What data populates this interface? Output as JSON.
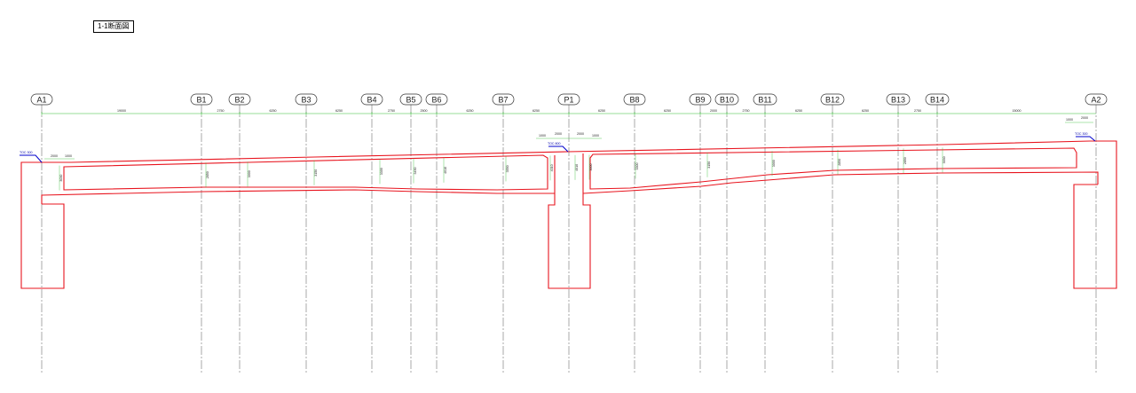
{
  "title": "1-1断面図",
  "axes": [
    {
      "id": "a1",
      "label": "A1"
    },
    {
      "id": "b1",
      "label": "B1"
    },
    {
      "id": "b2",
      "label": "B2"
    },
    {
      "id": "b3",
      "label": "B3"
    },
    {
      "id": "b4",
      "label": "B4"
    },
    {
      "id": "b5",
      "label": "B5"
    },
    {
      "id": "b6",
      "label": "B6"
    },
    {
      "id": "b7",
      "label": "B7"
    },
    {
      "id": "p1",
      "label": "P1"
    },
    {
      "id": "b8",
      "label": "B8"
    },
    {
      "id": "b9",
      "label": "B9"
    },
    {
      "id": "b10",
      "label": "B10"
    },
    {
      "id": "b11",
      "label": "B11"
    },
    {
      "id": "b12",
      "label": "B12"
    },
    {
      "id": "b13",
      "label": "B13"
    },
    {
      "id": "b14",
      "label": "B14"
    },
    {
      "id": "a2",
      "label": "A2"
    }
  ],
  "span_dimensions": [
    "19000",
    "2750",
    "6250",
    "6250",
    "2750",
    "2500",
    "6250",
    "6250",
    "6250",
    "6250",
    "2000",
    "2750",
    "6250",
    "6250",
    "2750",
    "15000"
  ],
  "a2_dims": [
    "1000",
    "2000"
  ],
  "p1_dims": [
    "1000",
    "2000",
    "2000",
    "1000"
  ],
  "a1_dims": [
    "2000",
    "1000"
  ],
  "elevations": {
    "a1": "TOC 300",
    "p1": "TOC 800",
    "a2": "TOC 300"
  },
  "vertical_dims": [
    "3030",
    "2850",
    "3000",
    "3150",
    "3300",
    "3450",
    "4010",
    "3550",
    "4010",
    "4010",
    "3600",
    "3300",
    "3150",
    "3000",
    "2850",
    "2850",
    "3030"
  ],
  "colors": {
    "outline": "#e8141e",
    "grid": "#444444",
    "dimension": "#33bb33",
    "elevation": "#0000cc"
  }
}
